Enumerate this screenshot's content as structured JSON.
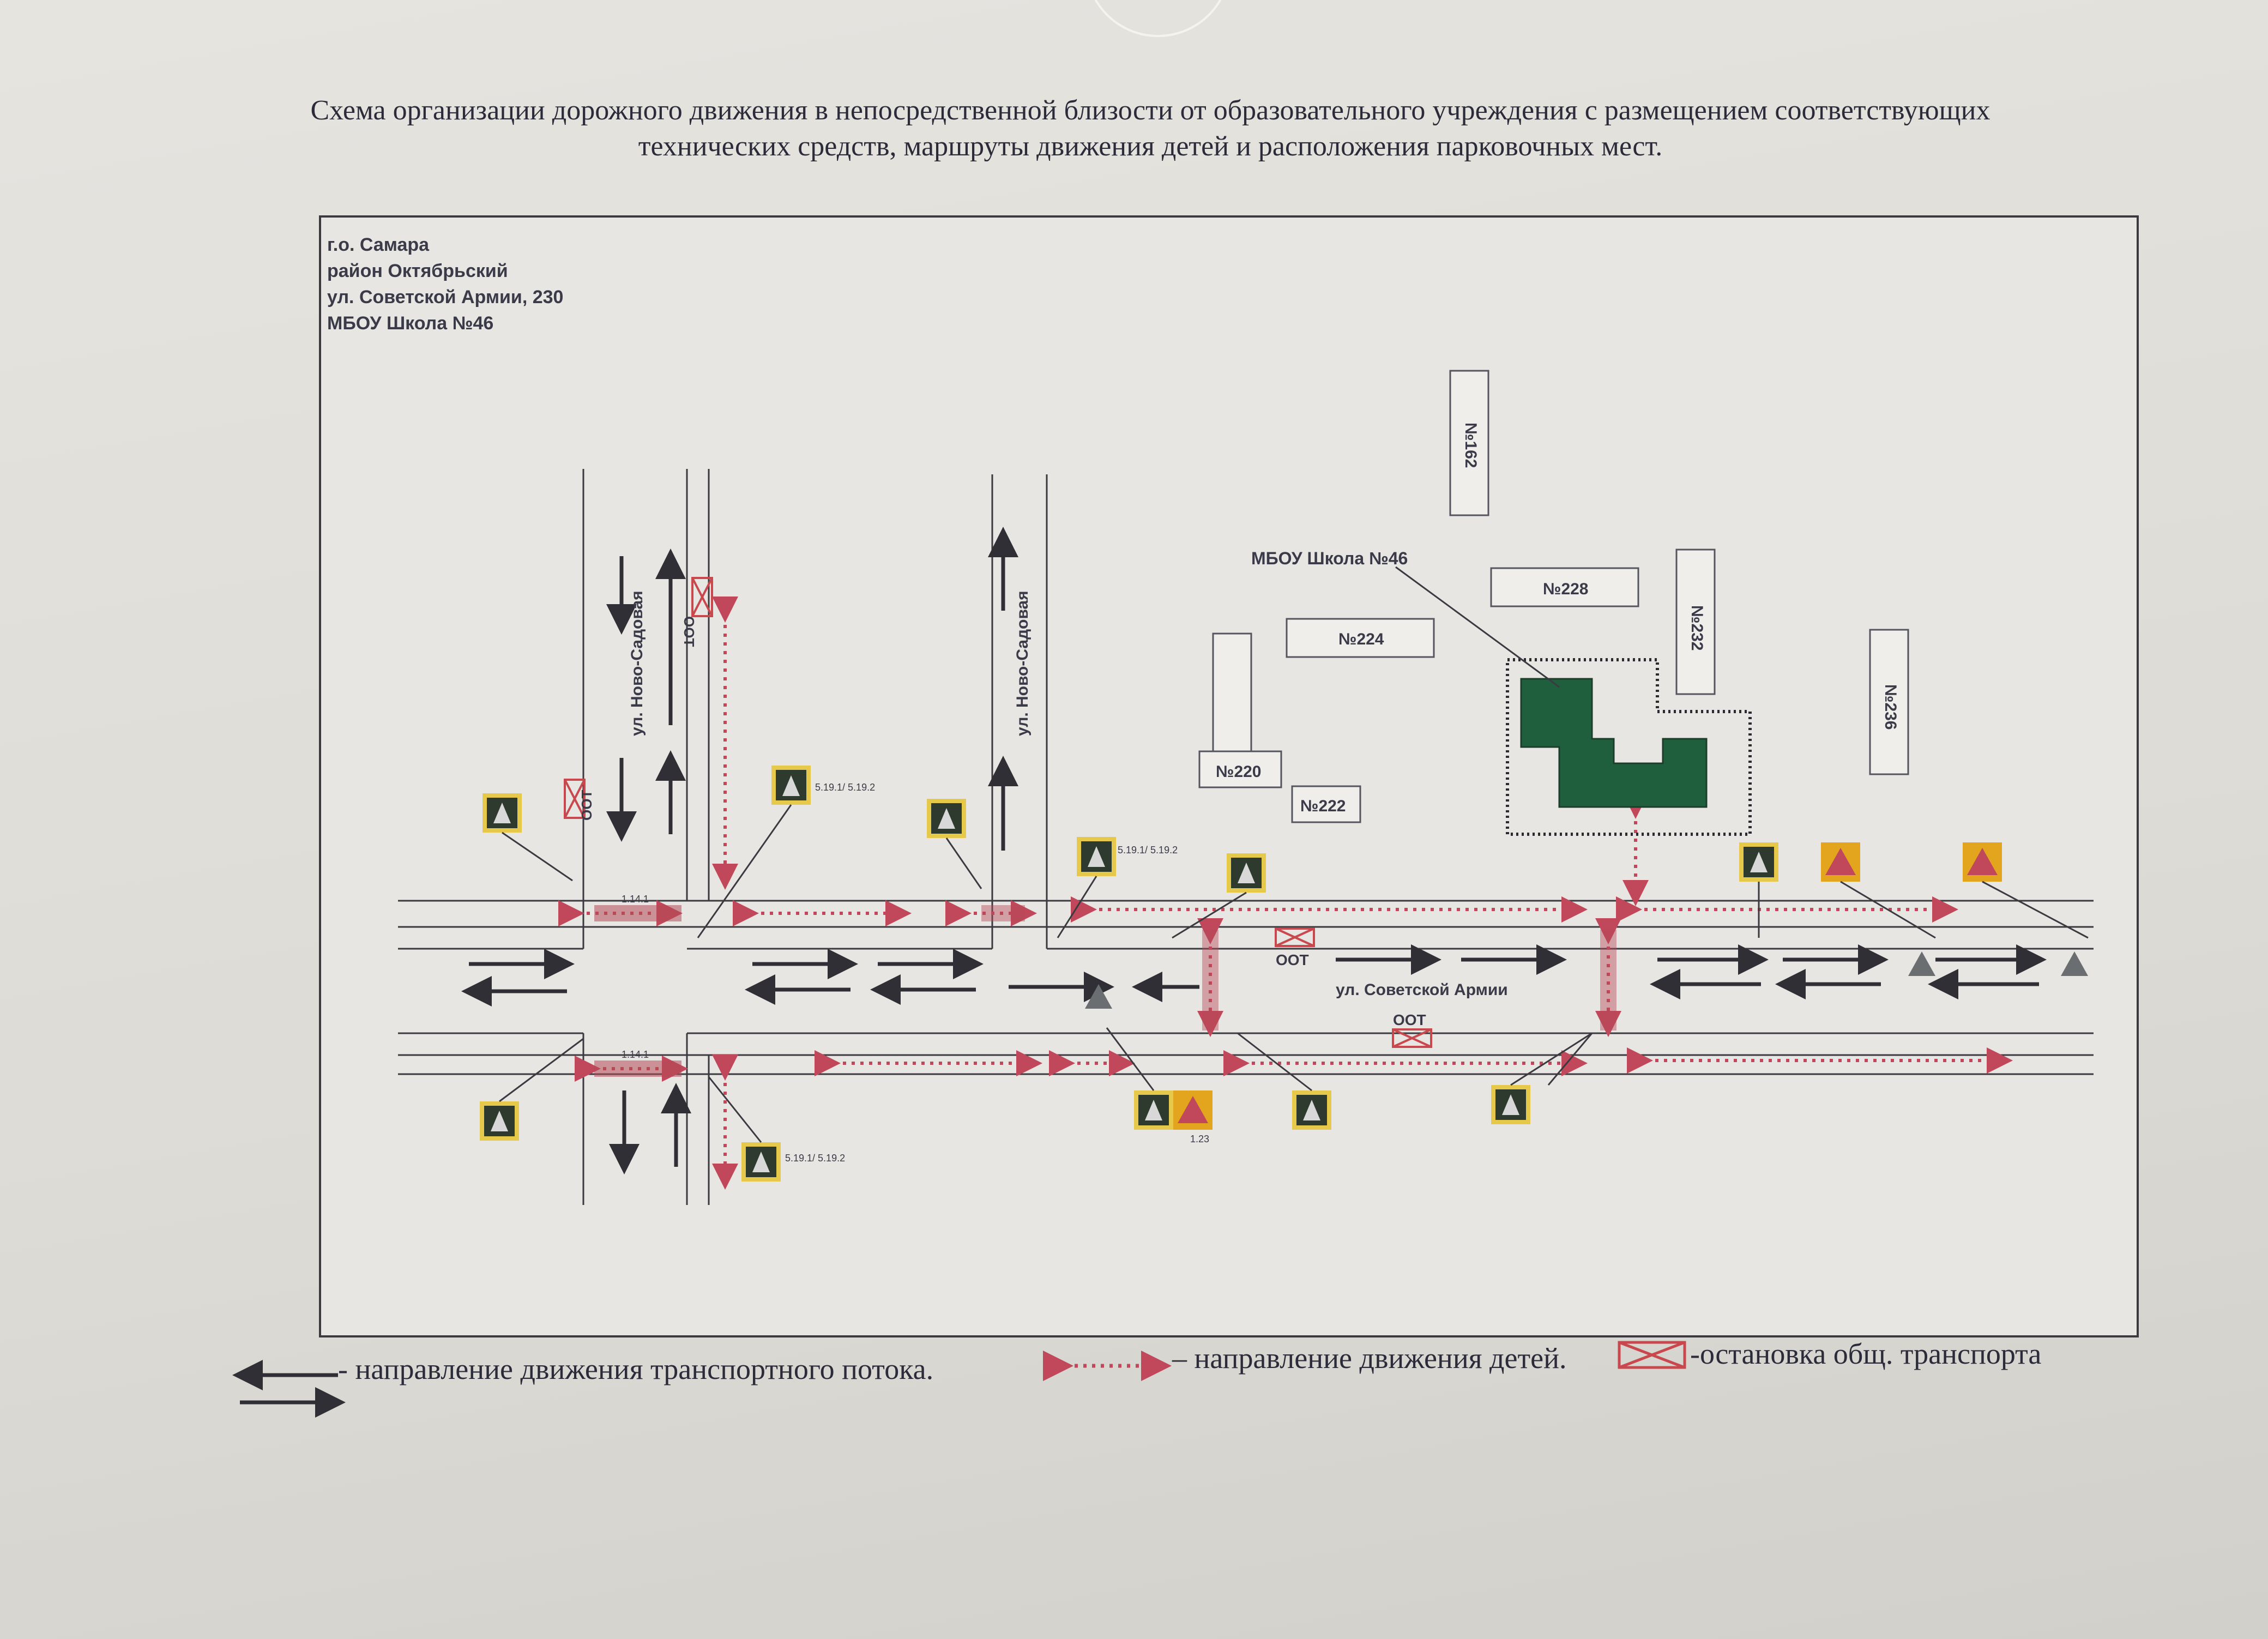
{
  "title_lines": [
    "Схема организации дорожного движения в непосредственной близости от образовательного учреждения с размещением соответствующих",
    "технических средств, маршруты движения детей и расположения парковочных мест."
  ],
  "address": {
    "city": "г.о. Самара",
    "district": "район Октябрьский",
    "street": "ул. Советской Армии, 230",
    "school": "МБОУ Школа №46"
  },
  "labels": {
    "school_label": "МБОУ Школа №46",
    "street_main": "ул. Советской Армии",
    "street_side_left": "ул. Ново-Садовая",
    "street_side_right": "ул. Ново-Садовая",
    "stop_abbr": "ООТ"
  },
  "buildings": [
    {
      "id": "b162",
      "name": "№162"
    },
    {
      "id": "b228",
      "name": "№228"
    },
    {
      "id": "b232",
      "name": "№232"
    },
    {
      "id": "b224",
      "name": "№224"
    },
    {
      "id": "b236",
      "name": "№236"
    },
    {
      "id": "b220",
      "name": "№220"
    },
    {
      "id": "b222",
      "name": "№222"
    }
  ],
  "sign_codes": {
    "crossing": "5.19.1/ 5.19.2",
    "children": "1.23",
    "markings": "1.14.1"
  },
  "legend": {
    "traffic": "- направление движения транспортного потока.",
    "children": "– направление движения детей.",
    "stop": "-остановка общ. транспорта"
  },
  "colors": {
    "school_fill": "#1f5f3d",
    "child_route": "#c0485a",
    "stop_marker": "#c8484e",
    "sign_dark": "#2e3a2e",
    "sign_yellow": "#e3a51d",
    "road_line": "#3a3a40"
  }
}
